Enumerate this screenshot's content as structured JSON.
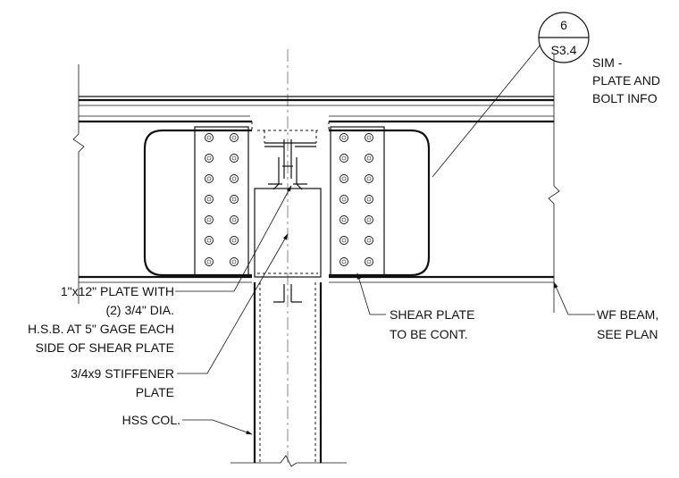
{
  "callout": {
    "detail_number": "6",
    "sheet_number": "S3.4",
    "note_line1": "SIM -",
    "note_line2": "PLATE AND",
    "note_line3": "BOLT INFO"
  },
  "labels": {
    "plate_line1": "1\"x12\" PLATE WITH",
    "plate_line2": "(2) 3/4\" DIA.",
    "plate_line3": "H.S.B. AT 5\" GAGE EACH",
    "plate_line4": "SIDE OF SHEAR PLATE",
    "stiffener_line1": "3/4x9 STIFFENER",
    "stiffener_line2": "PLATE",
    "hss_col": "HSS COL.",
    "shear_line1": "SHEAR PLATE",
    "shear_line2": "TO BE CONT.",
    "wf_line1": "WF BEAM,",
    "wf_line2": "SEE PLAN"
  }
}
